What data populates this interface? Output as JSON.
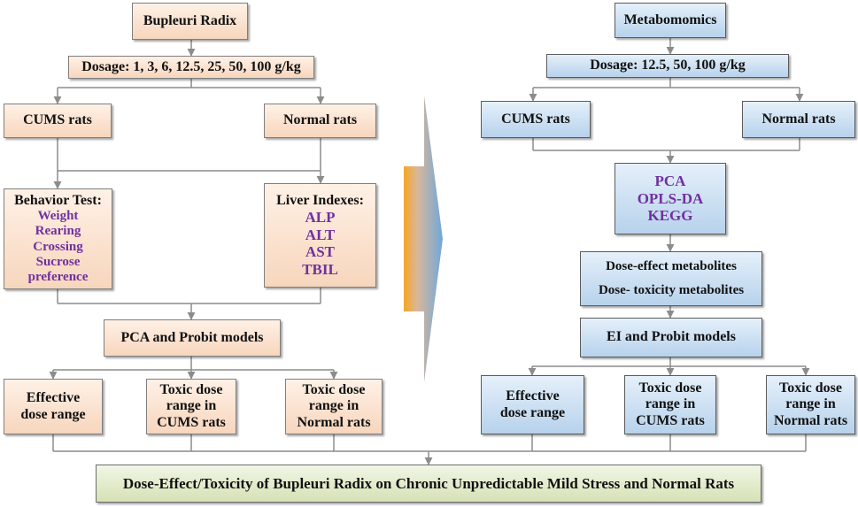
{
  "left_panel": {
    "title": "Bupleuri Radix",
    "dosage": "Dosage: 1, 3, 6, 12.5, 25, 50, 100 g/kg",
    "cums_rats": "CUMS rats",
    "normal_rats": "Normal rats",
    "behavior_test": {
      "heading": "Behavior Test:",
      "items": [
        "Weight",
        "Rearing",
        "Crossing",
        "Sucrose preference"
      ]
    },
    "liver_indexes": {
      "heading": "Liver Indexes:",
      "items": [
        "ALP",
        "ALT",
        "AST",
        "TBIL"
      ]
    },
    "models": "PCA and Probit models",
    "outputs": {
      "effective": [
        "Effective",
        "dose range"
      ],
      "toxic_cums": [
        "Toxic dose",
        "range in",
        "CUMS rats"
      ],
      "toxic_normal": [
        "Toxic dose",
        "range in",
        "Normal rats"
      ]
    }
  },
  "right_panel": {
    "title": "Metabomomics",
    "dosage": "Dosage: 12.5, 50, 100 g/kg",
    "cums_rats": "CUMS rats",
    "normal_rats": "Normal rats",
    "analysis": [
      "PCA",
      "OPLS-DA",
      "KEGG"
    ],
    "metabolites": [
      "Dose-effect metabolites",
      "Dose- toxicity metabolites"
    ],
    "models": "EI and Probit models",
    "outputs": {
      "effective": [
        "Effective",
        "dose range"
      ],
      "toxic_cums": [
        "Toxic dose",
        "range in",
        "CUMS rats"
      ],
      "toxic_normal": [
        "Toxic dose",
        "range in",
        "Normal rats"
      ]
    }
  },
  "conclusion": "Dose-Effect/Toxicity of Bupleuri Radix on Chronic Unpredictable Mild Stress and Normal Rats",
  "colors": {
    "peach_fill": "#f7d6bd",
    "blue_fill": "#b7d2ec",
    "green_fill": "#d5e2b5",
    "highlight_text": "#7030a0",
    "connector": "#8c8c8c",
    "arrow_orange": "#f5a623",
    "arrow_blue": "#6fa8dc"
  }
}
